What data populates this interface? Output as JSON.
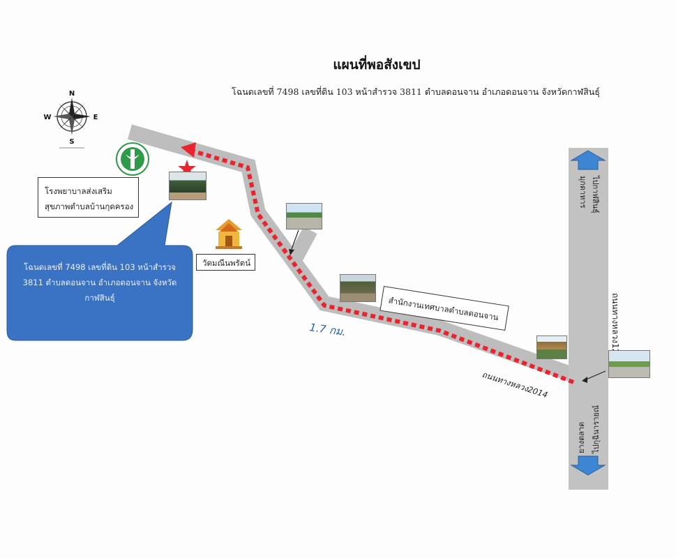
{
  "map": {
    "title": "แผนที่พอสังเขป",
    "subtitle": "โฉนดเลขที่ 7498 เลขที่ดิน 103 หน้าสำรวจ 3811 ตำบลดอนจาน อำเภอดอนจาน จังหวัดกาฬสินธุ์",
    "compass": {
      "n": "N",
      "s": "S",
      "e": "E",
      "w": "W"
    },
    "hospital_label": {
      "line1": "โรงพยาบาลส่งเสริม",
      "line2": "สุขภาพตำบลบ้านกุดครอง"
    },
    "temple_label": "วัดมณีนพรัตน์",
    "office_label": "สำนักงานเทศบาลตำบลดอนจาน",
    "callout": {
      "line1": "โฉนดเลขที่ 7498 เลขที่ดิน 103 หน้าสำรวจ",
      "line2": "3811 ตำบลดอนจาน อำเภอดอนจาน จังหวัด",
      "line3": "กาฬสินธุ์"
    },
    "distance": "1.7 กม.",
    "road_2014": "ถนนทางหลวง2014",
    "highway_12": "ถนนทางหลวง12",
    "to_north": {
      "line1": "ไปกาฬสินธุ์",
      "line2": "มุกดาหาร"
    },
    "to_south": {
      "line1": "ไปกุฉินารายณ์",
      "line2": "ยางตลาด"
    },
    "colors": {
      "road": "#bdbdbd",
      "route": "#e8252f",
      "callout": "#3b73c4",
      "arrow": "#3c86d4"
    }
  }
}
